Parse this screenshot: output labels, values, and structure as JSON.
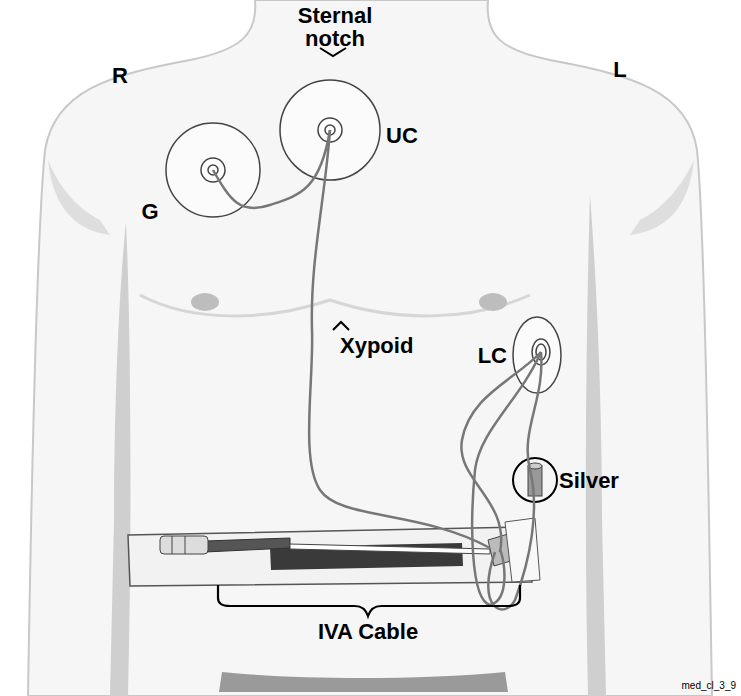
{
  "diagram": {
    "labels": [
      "Sternal notch",
      "R",
      "L",
      "UC",
      "G",
      "Xypoid",
      "LC",
      "Silver",
      "IVA Cable",
      "med_cl_3_9"
    ]
  }
}
